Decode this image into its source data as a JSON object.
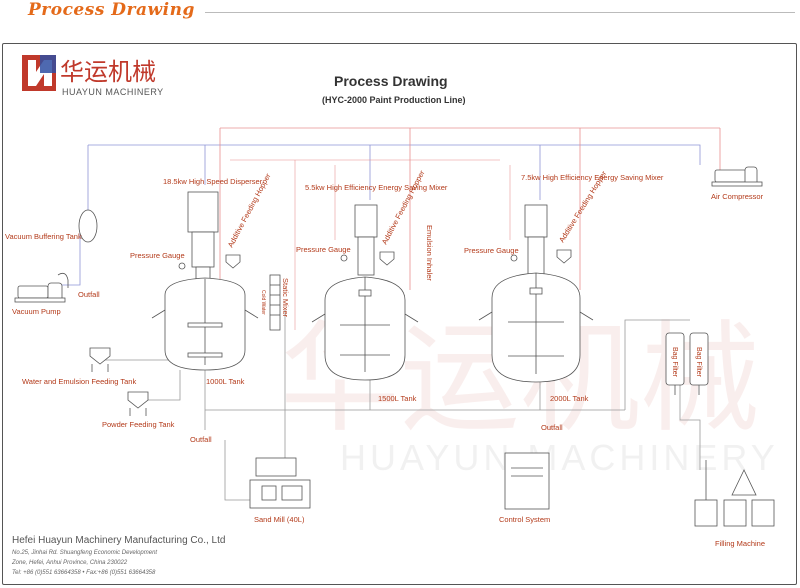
{
  "header": {
    "title": "Process Drawing"
  },
  "logo": {
    "brand_cn": "华运机械",
    "brand_en": "HUAYUN MACHINERY"
  },
  "diagram": {
    "title": "Process Drawing",
    "subtitle": "(HYC-2000 Paint Production Line)",
    "labels": {
      "vacuum_buffering_tank": "Vacuum Buffering Tank",
      "vacuum_pump": "Vacuum Pump",
      "outfall_1": "Outfall",
      "outfall_2": "Outfall",
      "outfall_3": "Outfall",
      "water_emulsion_tank": "Water and Emulsion Feeding Tank",
      "powder_feeding_tank": "Powder Feeding Tank",
      "high_speed_disperser": "18.5kw High Speed Disperser",
      "pressure_gauge_1": "Pressure Gauge",
      "pressure_gauge_2": "Pressure Gauge",
      "pressure_gauge_3": "Pressure Gauge",
      "additive_hopper_1": "Additive Feeding Hopper",
      "additive_hopper_2": "Additive Feeding Hopper",
      "additive_hopper_3": "Additive Feeding Hopper",
      "tank_1000l": "1000L Tank",
      "static_mixer": "Static Mixer",
      "cold_water": "Cold Water",
      "mixer_55": "5.5kw High Efficiency Energy Saving Mixer",
      "emulsion_inhaler": "Emulsion Inhaler",
      "tank_1500l": "1500L Tank",
      "mixer_75": "7.5kw High Efficiency Energy Saving Mixer",
      "tank_2000l": "2000L Tank",
      "air_compressor": "Air Compressor",
      "bag_filter_1": "Bag Filter",
      "bag_filter_2": "Bag Filter",
      "sand_mill": "Sand Mill (40L)",
      "control_system": "Control System",
      "filling_machine": "Filling Machine"
    },
    "watermark": {
      "cn": "华运机械",
      "en": "HUAYUN MACHINERY"
    }
  },
  "footer": {
    "company": "Hefei Huayun Machinery Manufacturing Co., Ltd",
    "address_1": "No.25, Jinhai Rd. Shuangfeng Economic Development",
    "address_2": "Zone, Hefei, Anhui Province, China    230022",
    "contact": "Tel: +86 (0)551 63664358  •  Fax:+86 (0)551 63664358"
  },
  "colors": {
    "accent": "#e46a1a",
    "label": "#b33a1a",
    "pipe_red": "#e89090",
    "pipe_blue": "#8f95d6",
    "line": "#555555"
  }
}
